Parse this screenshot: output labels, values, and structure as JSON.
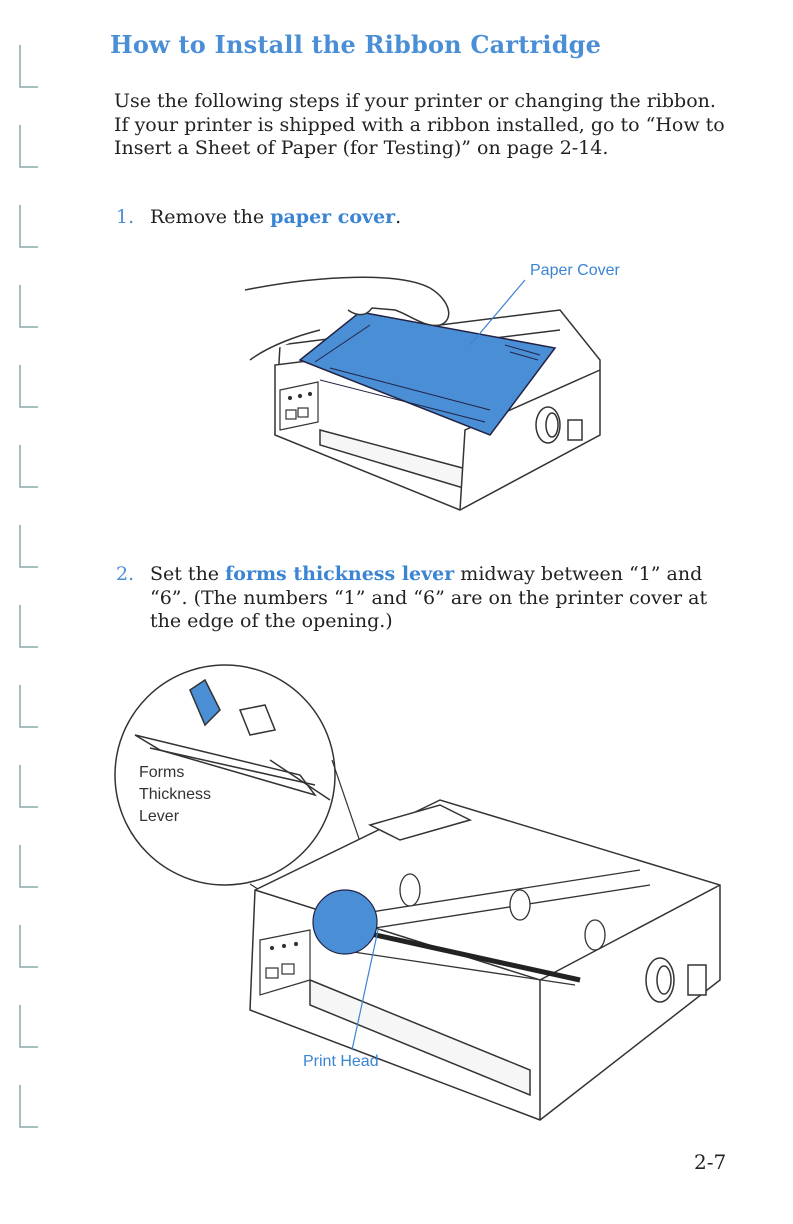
{
  "page": {
    "title": "How to Install the Ribbon Cartridge",
    "intro": "Use the following steps if your printer or changing the ribbon. If your printer is shipped with a ribbon installed, go to “How to Insert a Sheet of Paper (for Testing)” on page 2-14.",
    "page_number": "2-7"
  },
  "steps": [
    {
      "number": "1.",
      "text_before": "Remove the ",
      "highlight": "paper cover",
      "text_after": "."
    },
    {
      "number": "2.",
      "text_before": "Set the ",
      "highlight": "forms thickness lever",
      "text_after": " midway between “1” and “6”. (The numbers “1” and “6” are on the printer cover at the edge of the opening.)"
    }
  ],
  "figures": {
    "fig1_callout": "Paper Cover",
    "fig2_callout_lever_line1": "Forms",
    "fig2_callout_lever_line2": "Thickness",
    "fig2_callout_lever_line3": "Lever",
    "fig2_callout_printhead": "Print Head"
  },
  "colors": {
    "accent": "#3b84d4",
    "highlight_fill": "#4a8fd6",
    "text": "#222222"
  }
}
